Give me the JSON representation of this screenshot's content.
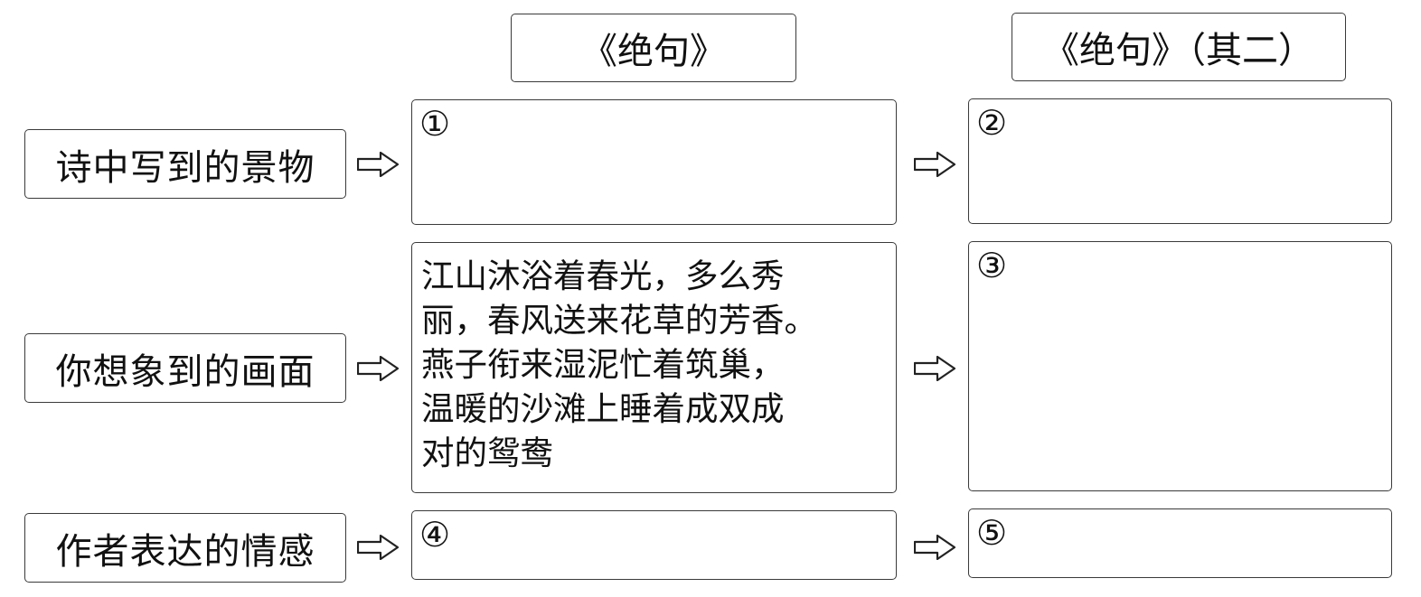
{
  "headers": [
    "《绝句》",
    "《绝句》（其二）"
  ],
  "rows": [
    {
      "label": "诗中写到的景物"
    },
    {
      "label": "你想象到的画面"
    },
    {
      "label": "作者表达的情感"
    }
  ],
  "blanks": [
    "①",
    "②",
    "③",
    "④",
    "⑤"
  ],
  "scene_description_lines": [
    "江山沐浴着春光，多么秀",
    "丽，春风送来花草的芳香。",
    "燕子衔来湿泥忙着筑巢，",
    "温暖的沙滩上睡着成双成",
    "对的鸳鸯"
  ],
  "arrow_icon": "hollow-right-arrow"
}
